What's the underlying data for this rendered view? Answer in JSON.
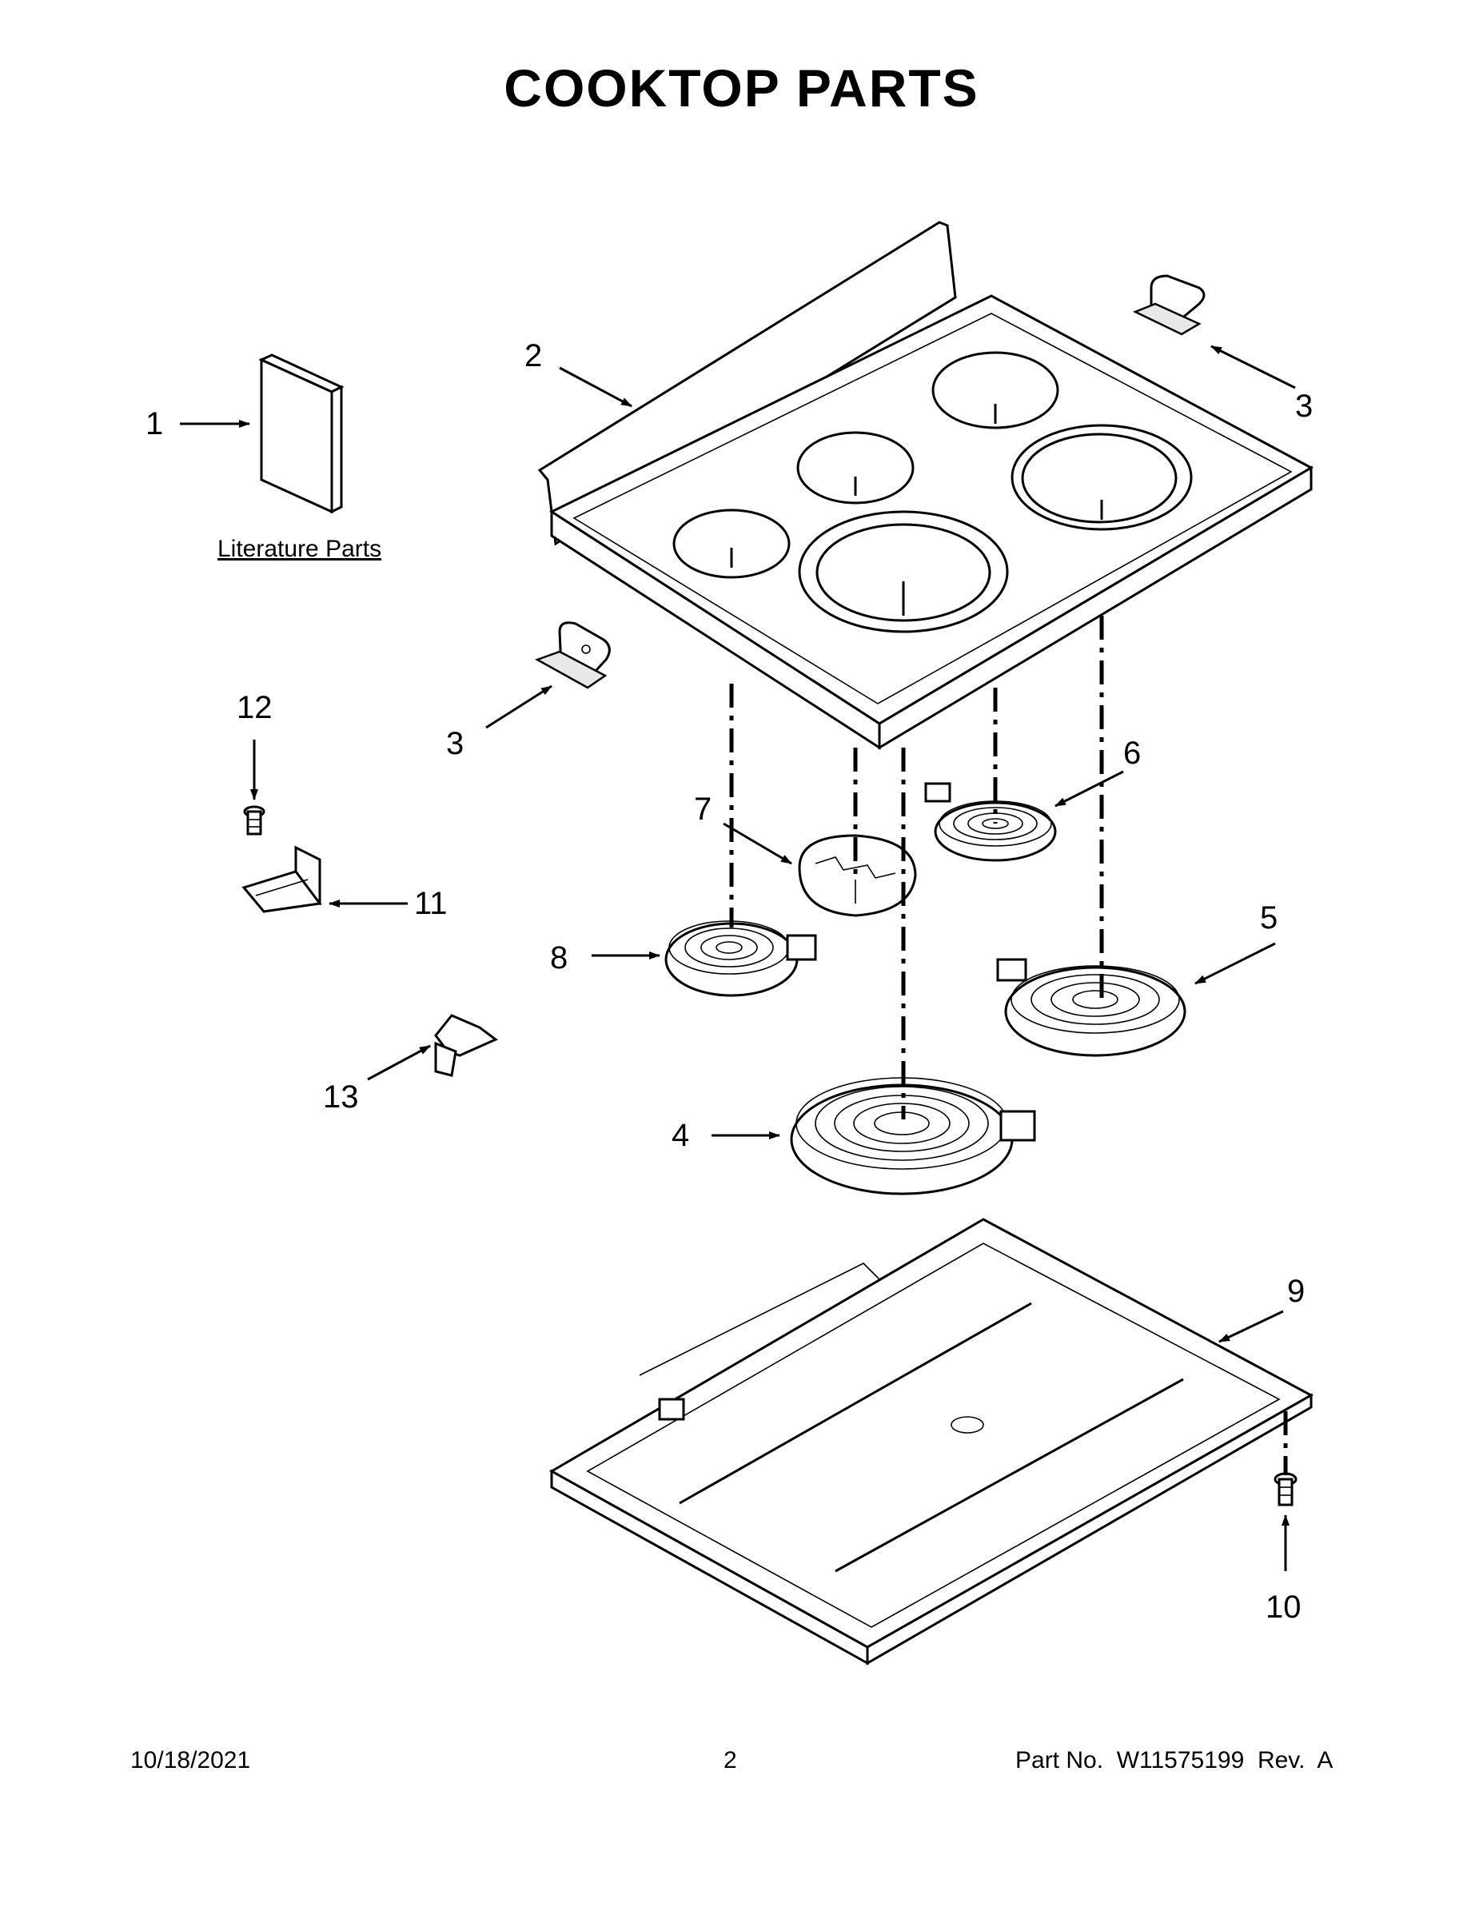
{
  "header": {
    "title": "COOKTOP PARTS"
  },
  "literature": {
    "label": "Literature Parts"
  },
  "callouts": {
    "c1": "1",
    "c2": "2",
    "c3a": "3",
    "c3b": "3",
    "c4": "4",
    "c5": "5",
    "c6": "6",
    "c7": "7",
    "c8": "8",
    "c9": "9",
    "c10": "10",
    "c11": "11",
    "c12": "12",
    "c13": "13"
  },
  "footer": {
    "date": "10/18/2021",
    "page": "2",
    "part_number": "Part No.  W11575199  Rev.  A"
  }
}
